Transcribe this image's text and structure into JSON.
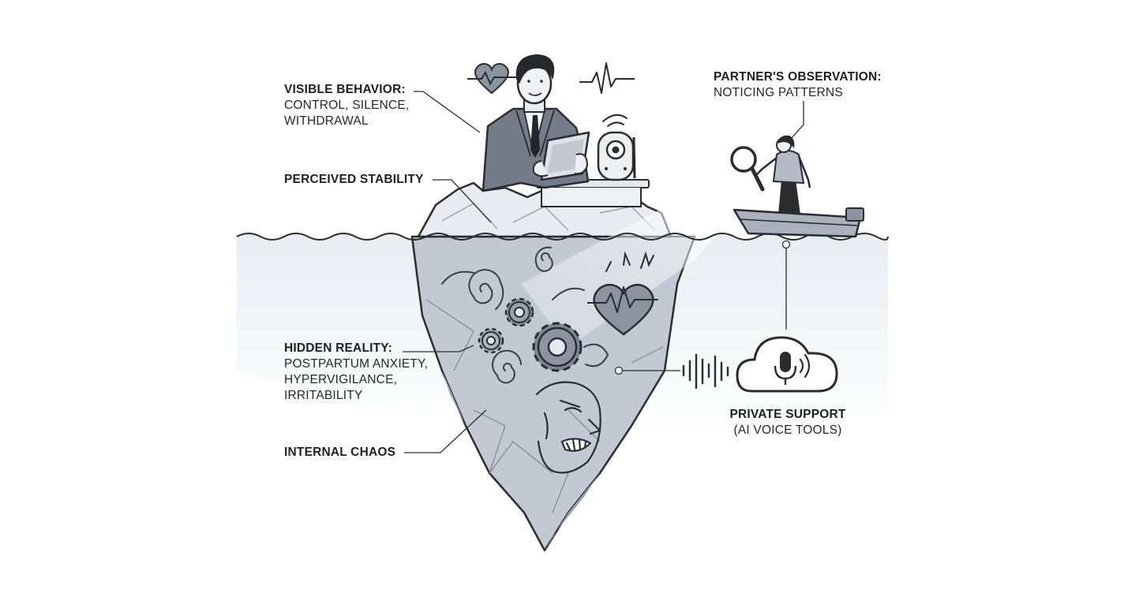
{
  "labels": {
    "visible_behavior": {
      "heading": "VISIBLE BEHAVIOR:",
      "lines": [
        "CONTROL, SILENCE,",
        "WITHDRAWAL"
      ]
    },
    "perceived_stability": {
      "heading": "PERCEIVED STABILITY"
    },
    "partner_observation": {
      "heading": "PARTNER'S OBSERVATION:",
      "lines": [
        "NOTICING PATTERNS"
      ]
    },
    "hidden_reality": {
      "heading": "HIDDEN REALITY:",
      "lines": [
        "POSTPARTUM ANXIETY,",
        "HYPERVIGILANCE,",
        "IRRITABILITY"
      ]
    },
    "internal_chaos": {
      "heading": "INTERNAL CHAOS"
    },
    "private_support": {
      "heading": "PRIVATE SUPPORT",
      "lines": [
        "(AI VOICE TOOLS)"
      ]
    }
  },
  "icons": [
    "heart-rate-icon",
    "ekg-line-icon",
    "baby-monitor-icon",
    "wifi-signal-icon",
    "magnifying-glass-icon",
    "gear-icon",
    "swirl-icon",
    "heart-pulse-icon",
    "cloud-microphone-icon",
    "sound-wave-icon",
    "boat-icon",
    "iceberg-icon"
  ],
  "colors": {
    "ink": "#2a2c30",
    "ice_light": "#d5dae2",
    "ice_mid": "#b3bac6",
    "ice_dark": "#8c94a2",
    "water": "#eef1f5",
    "suit": "#6c7380"
  }
}
